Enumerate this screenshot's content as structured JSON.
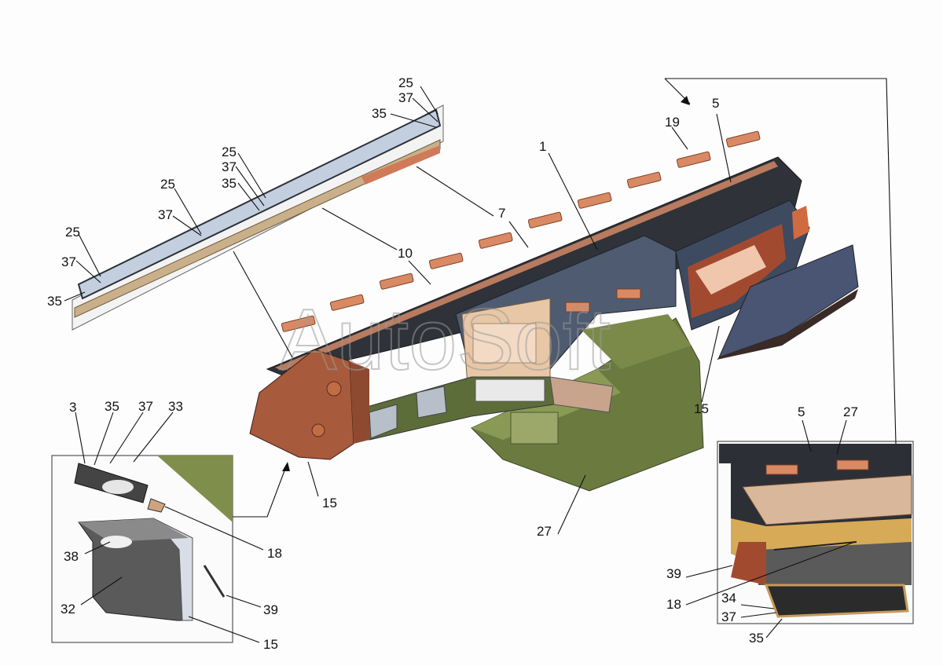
{
  "watermark": "AutoSoft",
  "colors": {
    "dash_dark": "#2f3238",
    "dash_blue": "#5b6578",
    "shelf_rust": "#9a4a33",
    "vent_orange": "#d98a64",
    "console_green": "#6b7a3f",
    "console_green_light": "#8a9a55",
    "panel_tan": "#e8c7a6",
    "trim_silver": "#b8c4d4",
    "side_brown": "#a85a3c"
  },
  "labels": {
    "l1": "1",
    "l5_main": "5",
    "l7": "7",
    "l10": "10",
    "l15_main_left": "15",
    "l15_main_right": "15",
    "l19": "19",
    "l27_main": "27",
    "trim_25_a": "25",
    "trim_37_a": "37",
    "trim_35_a": "35",
    "trim_25_b": "25",
    "trim_37_b": "37",
    "trim_35_b": "35",
    "trim_25_c": "25",
    "trim_37_c": "37",
    "trim_25_d": "25",
    "trim_37_d": "37",
    "trim_35_d": "35",
    "left_3": "3",
    "left_35": "35",
    "left_37": "37",
    "left_33": "33",
    "left_38": "38",
    "left_32": "32",
    "left_18": "18",
    "left_39": "39",
    "left_15": "15",
    "right_5": "5",
    "right_27": "27",
    "right_39": "39",
    "right_18": "18",
    "right_34": "34",
    "right_37": "37",
    "right_35": "35"
  }
}
